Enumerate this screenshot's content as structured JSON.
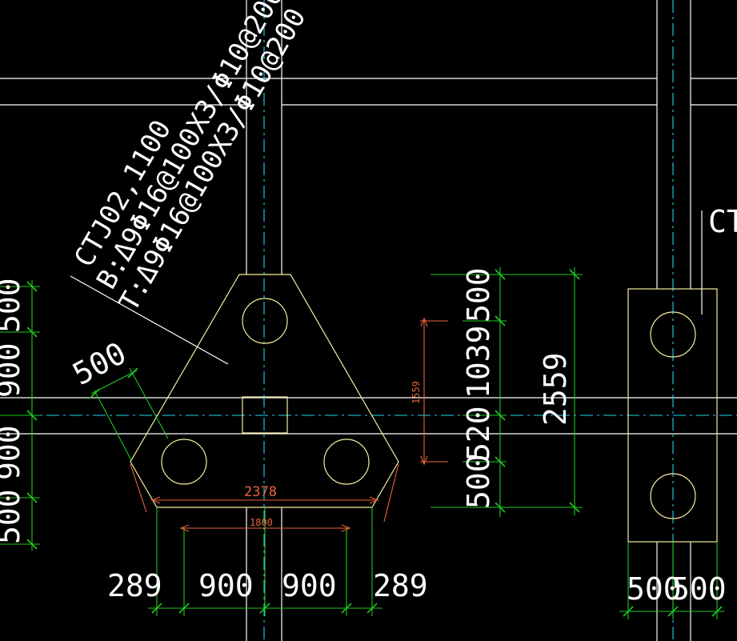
{
  "colors": {
    "background": "#000000",
    "wall": "#ffffff",
    "axis": "#22d3ee",
    "cap": "#f5ee9c",
    "dimension": "#20c820",
    "dim_text": "#ffffff",
    "red_dim": "#e8643c"
  },
  "annotation": {
    "line1": "CTJ02,1100",
    "line2": "B:Δ9Φ16@100X3/Φ10@200",
    "line3": "T:Δ9Φ16@100X3/Φ10@200"
  },
  "side_label": "CT",
  "dims": {
    "bottom": [
      "289",
      "900",
      "900",
      "289"
    ],
    "overall_red": "2378",
    "inner_red": "1800",
    "slant": "500",
    "right_stack": [
      "500",
      "1039",
      "520",
      "500"
    ],
    "right_total": "2559",
    "red_vertical": "1559",
    "left_stack": [
      "500",
      "900",
      "900",
      "500"
    ],
    "cap2_bottom": [
      "500",
      "500"
    ]
  }
}
